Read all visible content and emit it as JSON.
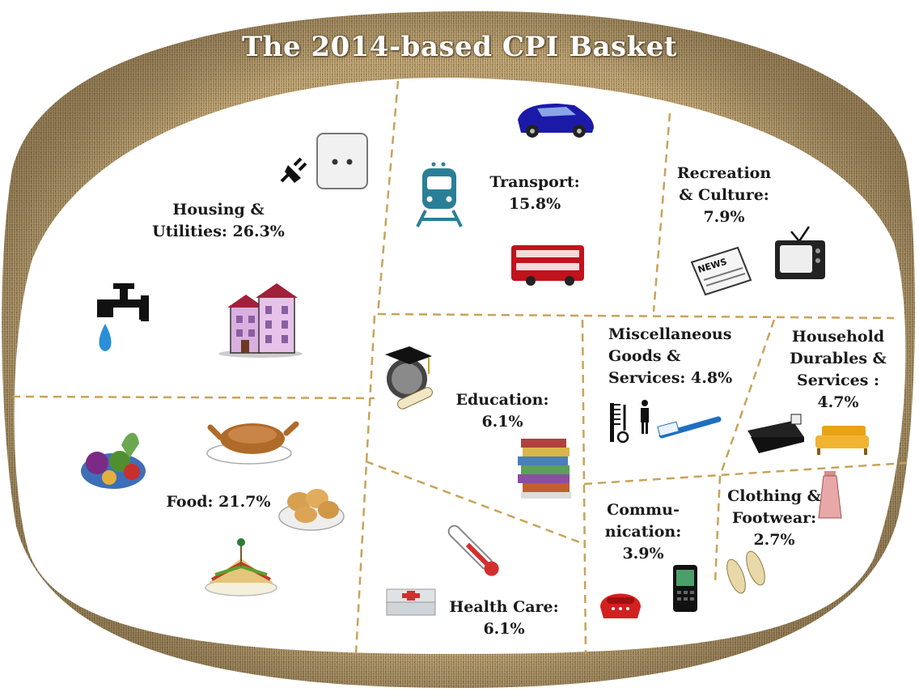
{
  "title": "The 2014-based CPI Basket",
  "categories": {
    "housing": {
      "line1": "Housing &",
      "line2": "Utilities: 26.3%"
    },
    "transport": {
      "line1": "Transport:",
      "line2": "15.8%"
    },
    "recreation": {
      "line1": "Recreation",
      "line2": "& Culture:",
      "line3": "7.9%"
    },
    "food": {
      "line1": "Food: 21.7%"
    },
    "education": {
      "line1": "Education:",
      "line2": "6.1%"
    },
    "misc": {
      "line1": "Miscellaneous",
      "line2": "Goods &",
      "line3": "Services: 4.8%"
    },
    "household": {
      "line1": "Household",
      "line2": "Durables &",
      "line3": "Services :",
      "line4": "4.7%"
    },
    "health": {
      "line1": "Health Care:",
      "line2": "6.1%"
    },
    "communication": {
      "line1": "Commu-",
      "line2": "nication:",
      "line3": "3.9%"
    },
    "clothing": {
      "line1": "Clothing &",
      "line2": "Footwear:",
      "line3": "2.7%"
    }
  },
  "icons": {
    "news_text": "NEWS"
  },
  "colors": {
    "basket": "#b59c6e",
    "basket_dark": "#8a7350",
    "divider": "#c8a35a"
  }
}
